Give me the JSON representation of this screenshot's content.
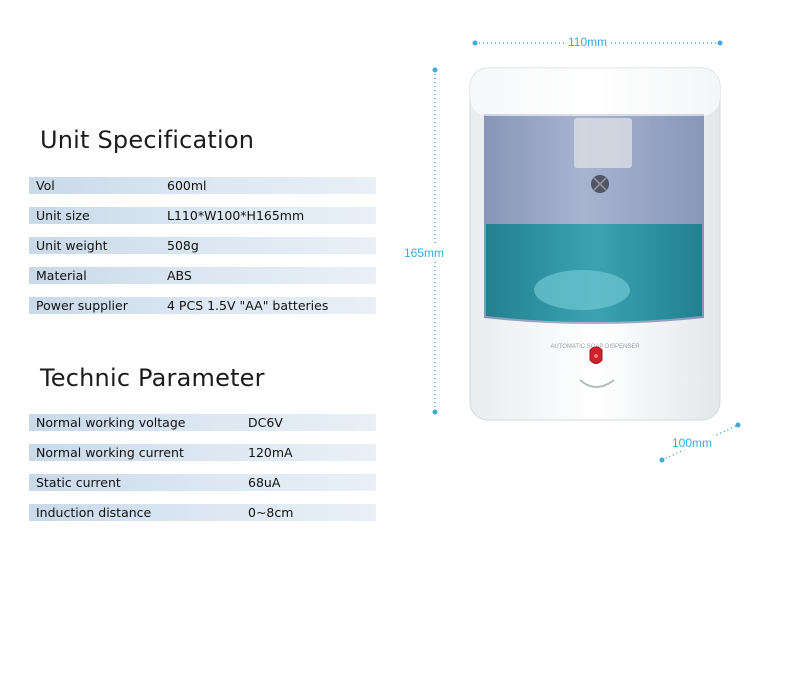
{
  "unit_spec": {
    "title": "Unit Specification",
    "rows": [
      {
        "label": "Vol",
        "value": "600ml"
      },
      {
        "label": "Unit size",
        "value": "L110*W100*H165mm"
      },
      {
        "label": "Unit weight",
        "value": "508g"
      },
      {
        "label": "Material",
        "value": "ABS"
      },
      {
        "label": "Power supplier",
        "value": "4 PCS 1.5V \"AA\" batteries"
      }
    ]
  },
  "technic": {
    "title": "Technic Parameter",
    "rows": [
      {
        "label": "Normal working voltage",
        "value": "DC6V"
      },
      {
        "label": "Normal working current",
        "value": "120mA"
      },
      {
        "label": "Static current",
        "value": "68uA"
      },
      {
        "label": "Induction distance",
        "value": "0~8cm"
      }
    ]
  },
  "product": {
    "panel_text": "AUTOMATIC SOAP DISPENSER",
    "dimensions": {
      "width": "110mm",
      "height": "165mm",
      "depth": "100mm"
    }
  },
  "colors": {
    "dimension_accent": "#3fa9d8",
    "liquid": "#2f93a3",
    "table_band": "#c9d9e9"
  }
}
